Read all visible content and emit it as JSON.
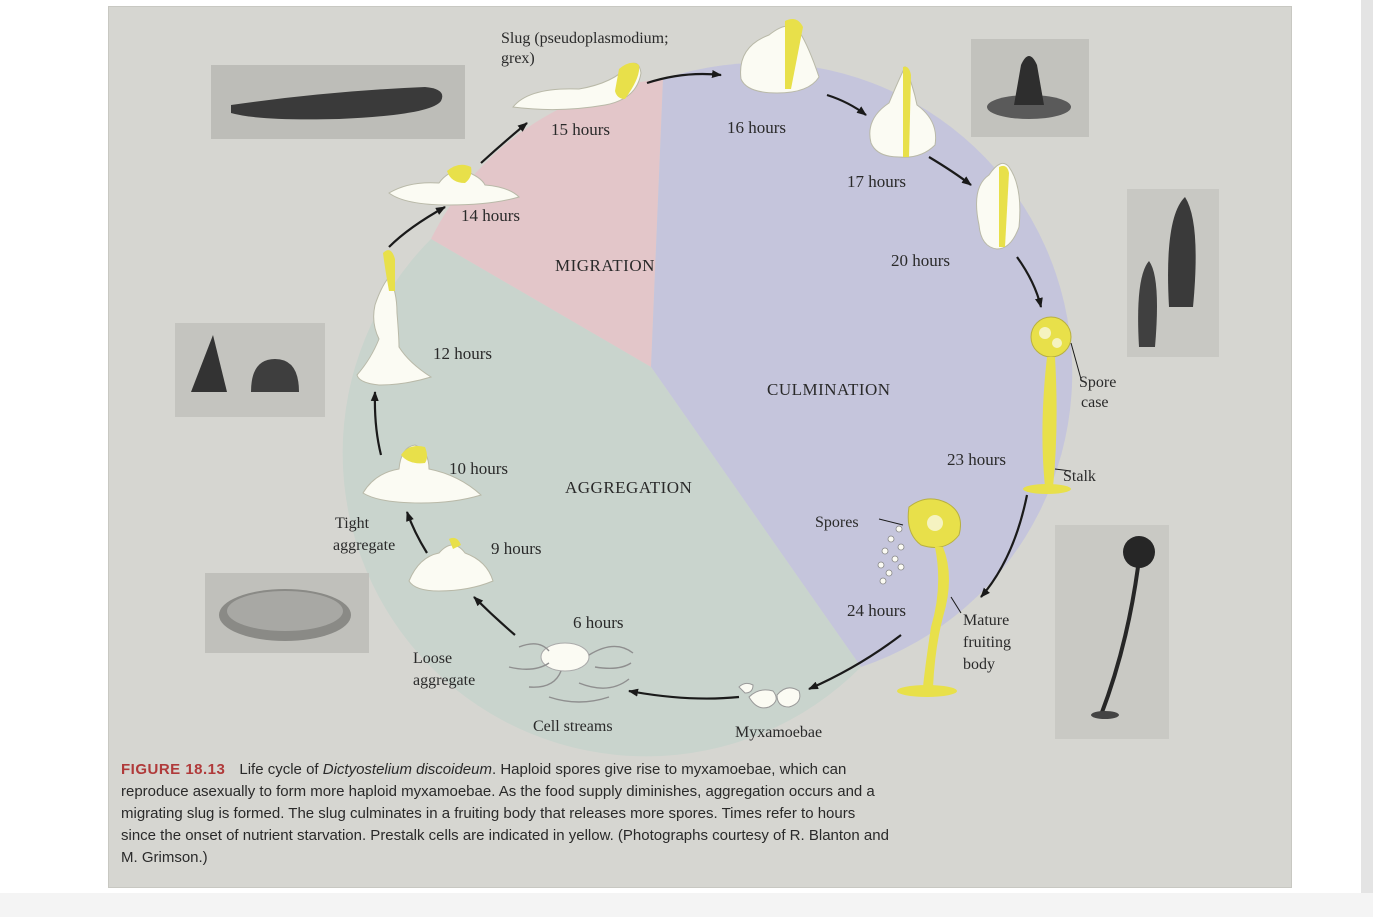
{
  "figure": {
    "label": "FIGURE 18.13",
    "caption_pre": "Life cycle of ",
    "organism": "Dictyostelium discoideum",
    "caption_post": ". Haploid spores give rise to myxamoebae, which can reproduce asexually to form more haploid myxamoebae. As the food supply diminishes, aggregation occurs and a migrating slug is formed. The slug culminates in a fruiting body that releases more spores. Times refer to hours since the onset of nutrient starvation. Prestalk cells are indicated in yellow. (Photographs courtesy of R. Blanton and M. Grimson.)"
  },
  "phases": {
    "migration": "MIGRATION",
    "culmination": "CULMINATION",
    "aggregation": "AGGREGATION"
  },
  "times": {
    "t6": "6 hours",
    "t9": "9 hours",
    "t10": "10 hours",
    "t12": "12 hours",
    "t14": "14 hours",
    "t15": "15 hours",
    "t16": "16 hours",
    "t17": "17 hours",
    "t20": "20 hours",
    "t23": "23 hours",
    "t24": "24 hours"
  },
  "labels": {
    "slug_1": "Slug (pseudoplasmodium;",
    "slug_2": "grex)",
    "spore_case_1": "Spore",
    "spore_case_2": "case",
    "stalk": "Stalk",
    "spores": "Spores",
    "mature_1": "Mature",
    "mature_2": "fruiting",
    "mature_3": "body",
    "myxamoebae": "Myxamoebae",
    "cell_streams": "Cell streams",
    "loose_1": "Loose",
    "loose_2": "aggregate",
    "tight_1": "Tight",
    "tight_2": "aggregate"
  },
  "colors": {
    "migration": "#e3c6c9",
    "culmination": "#c5c5dc",
    "aggregation": "#c9d4cd",
    "prestalk": "#e8e04a",
    "cell": "#fbfbf3",
    "caption_label": "#b03a3a"
  }
}
